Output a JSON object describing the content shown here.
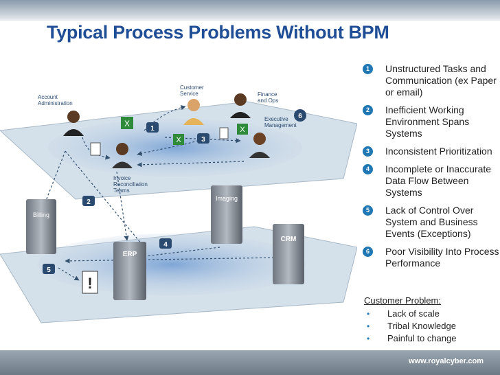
{
  "title": "Typical Process Problems Without BPM",
  "diagram": {
    "people": {
      "account": "Account\nAdministration",
      "customer": "Customer\nService",
      "finance": "Finance\nand Ops",
      "executive": "Executive\nManagement",
      "invoice": "Invoice\nReconciliation\nTeams"
    },
    "servers": {
      "billing": "Billing",
      "imaging": "Imaging",
      "erp": "ERP",
      "crm": "CRM"
    },
    "badges": [
      "1",
      "2",
      "3",
      "4",
      "5",
      "6"
    ],
    "alert_symbol": "!",
    "colors": {
      "plane": "#c9d9e6",
      "badge": "#2a4a70",
      "excel": "#2e8b3a"
    }
  },
  "problems": [
    {
      "num": "1",
      "text": "Unstructured Tasks and Communication (ex Paper or email)"
    },
    {
      "num": "2",
      "text": "Inefficient Working Environment Spans Systems"
    },
    {
      "num": "3",
      "text": "Inconsistent Prioritization"
    },
    {
      "num": "4",
      "text": "Incomplete or Inaccurate Data Flow Between Systems"
    },
    {
      "num": "5",
      "text": "Lack of Control Over System and Business Events (Exceptions)"
    },
    {
      "num": "6",
      "text": "Poor Visibility Into Process Performance"
    }
  ],
  "customer_problem": {
    "title": "Customer Problem:",
    "items": [
      "Lack of scale",
      "Tribal Knowledge",
      "Painful to change"
    ]
  },
  "footer": {
    "url": "www.royalcyber.com"
  }
}
